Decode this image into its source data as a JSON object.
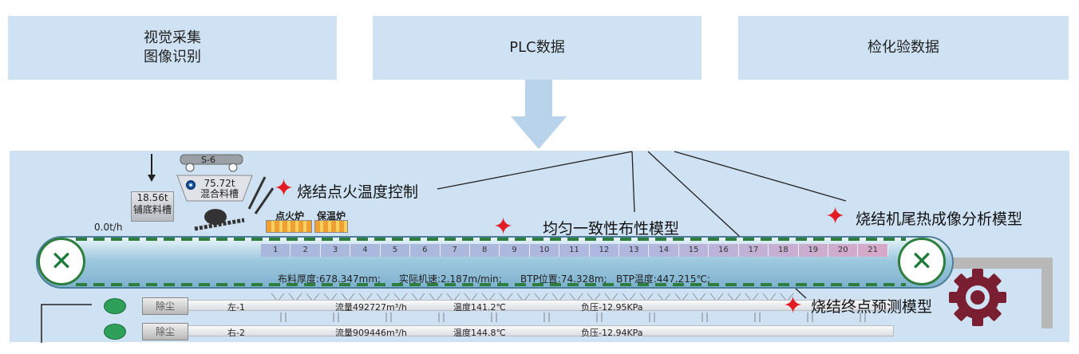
{
  "sources": {
    "vision": {
      "line1": "视觉采集",
      "line2": "图像识别"
    },
    "plc": "PLC数据",
    "lab": "检化验数据"
  },
  "models": {
    "ignition": "烧结点火温度控制",
    "uniform": "均匀一致性布性模型",
    "thermal": "烧结机尾热成像分析模型",
    "endpoint": "烧结终点预测模型"
  },
  "plant": {
    "hopper_tag": "S-6",
    "mix_value": "75.72t",
    "mix_label": "混合料槽",
    "bed_value": "18.56t",
    "bed_label": "铺底料槽",
    "flow_rate": "0.0t/h",
    "furnace_ignite": "点火炉",
    "furnace_hold": "保温炉",
    "segments": [
      "1",
      "2",
      "3",
      "4",
      "5",
      "6",
      "7",
      "8",
      "9",
      "10",
      "11",
      "12",
      "13",
      "14",
      "15",
      "16",
      "17",
      "18",
      "19",
      "20",
      "21"
    ],
    "status": {
      "thickness": "布料厚度:678.347mm;",
      "speed": "实际机速:2.187m/min;",
      "btp_pos": "BTP位置:74.328m;",
      "btp_temp": "BTP温度:447.215℃;"
    },
    "pipes": [
      {
        "duster": "除尘",
        "name": "左-1",
        "flow": "流量492727m³/h",
        "temp": "温度141.2℃",
        "pressure": "负压-12.95KPa"
      },
      {
        "duster": "除尘",
        "name": "右-2",
        "flow": "流量909446m³/h",
        "temp": "温度144.8℃",
        "pressure": "负压-12.94KPa"
      }
    ]
  },
  "colors": {
    "box_bg": "#cfe2f3",
    "star": "#e31b23",
    "gear": "#7a1f32",
    "roller_green": "#2d7d3c"
  },
  "icons": [
    "arrow-down",
    "red-star",
    "gear-icon",
    "close-x-roller"
  ]
}
